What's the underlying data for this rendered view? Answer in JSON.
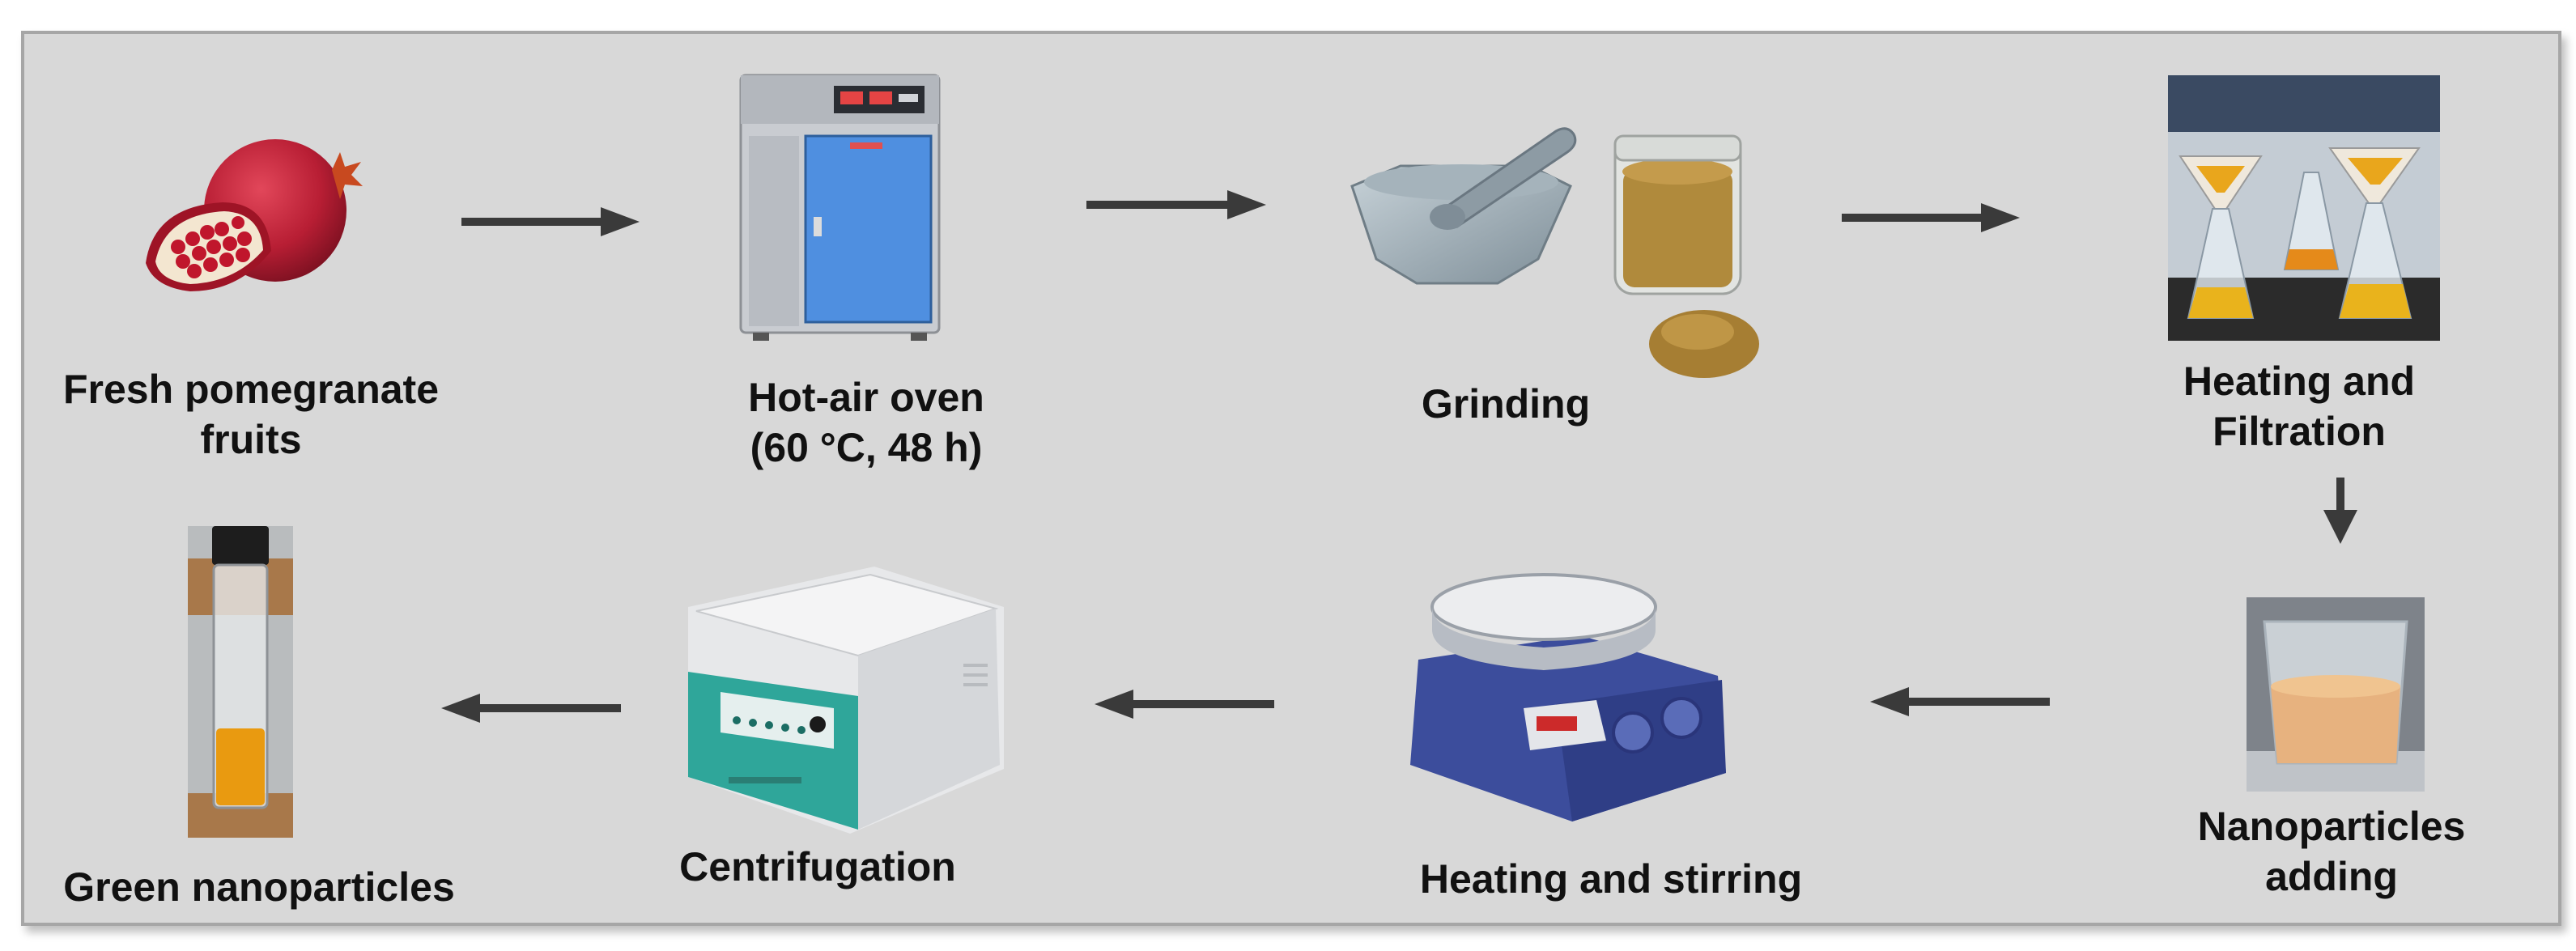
{
  "steps": [
    {
      "id": "pomegranate",
      "label_lines": [
        "Fresh pomegranate",
        "fruits"
      ]
    },
    {
      "id": "oven",
      "label_lines": [
        "Hot-air oven",
        "(60 °C, 48 h)"
      ]
    },
    {
      "id": "grinding",
      "label_lines": [
        "Grinding"
      ]
    },
    {
      "id": "filtration",
      "label_lines": [
        "Heating and",
        "Filtration"
      ]
    },
    {
      "id": "nanoparticles-adding",
      "label_lines": [
        "Nanoparticles",
        "adding"
      ]
    },
    {
      "id": "heating-stirring",
      "label_lines": [
        "Heating and stirring"
      ]
    },
    {
      "id": "centrifugation",
      "label_lines": [
        "Centrifugation"
      ]
    },
    {
      "id": "green-nanoparticles",
      "label_lines": [
        "Green nanoparticles"
      ]
    }
  ],
  "colors": {
    "panel_background": "#d8d8d8",
    "arrow": "#3a3a3a",
    "oven_door": "#4f8fe0",
    "centrifuge_body": "#2fa69a",
    "stirrer_body": "#3c4d9c",
    "powder": "#b08a3c",
    "extract": "#e9a61c"
  },
  "icons": [
    "pomegranate-image",
    "hot-air-oven-image",
    "mortar-pestle-image",
    "powder-jar-image",
    "filtration-flasks-image",
    "beaker-image",
    "hot-plate-stirrer-image",
    "centrifuge-image",
    "vial-image"
  ]
}
